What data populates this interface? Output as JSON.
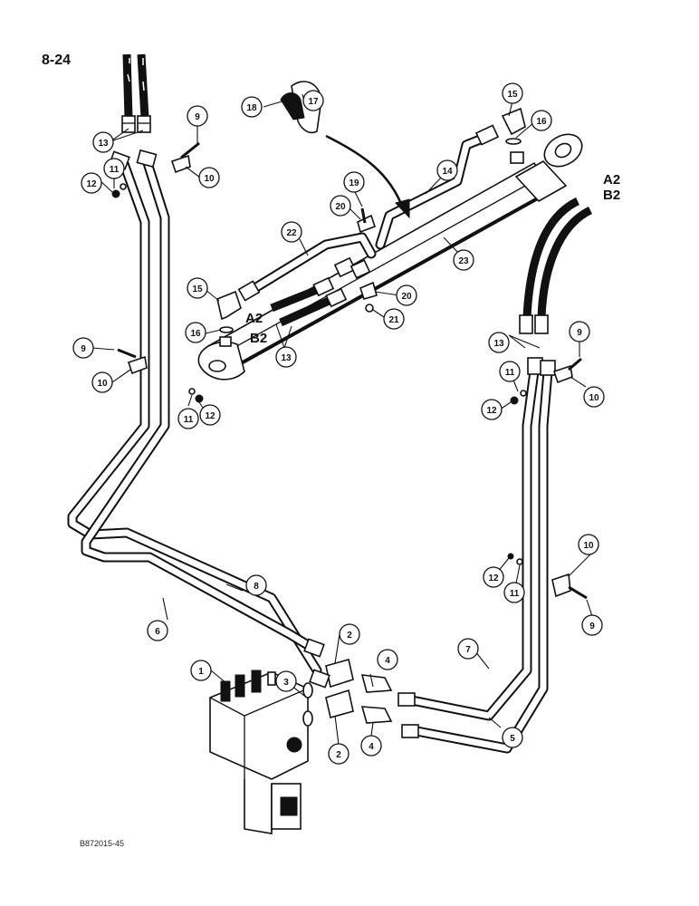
{
  "page": {
    "number": "8-24",
    "figure_code": "B872015-45"
  },
  "ports": {
    "a2": "A2",
    "b2": "B2"
  },
  "callouts": [
    {
      "id": "c1",
      "label": "1"
    },
    {
      "id": "c2a",
      "label": "2"
    },
    {
      "id": "c2b",
      "label": "2"
    },
    {
      "id": "c3",
      "label": "3"
    },
    {
      "id": "c4a",
      "label": "4"
    },
    {
      "id": "c4b",
      "label": "4"
    },
    {
      "id": "c5",
      "label": "5"
    },
    {
      "id": "c6",
      "label": "6"
    },
    {
      "id": "c7",
      "label": "7"
    },
    {
      "id": "c8",
      "label": "8"
    },
    {
      "id": "c9a",
      "label": "9"
    },
    {
      "id": "c9b",
      "label": "9"
    },
    {
      "id": "c9c",
      "label": "9"
    },
    {
      "id": "c9d",
      "label": "9"
    },
    {
      "id": "c10a",
      "label": "10"
    },
    {
      "id": "c10b",
      "label": "10"
    },
    {
      "id": "c10c",
      "label": "10"
    },
    {
      "id": "c10d",
      "label": "10"
    },
    {
      "id": "c11a",
      "label": "11"
    },
    {
      "id": "c11b",
      "label": "11"
    },
    {
      "id": "c11c",
      "label": "11"
    },
    {
      "id": "c11d",
      "label": "11"
    },
    {
      "id": "c12a",
      "label": "12"
    },
    {
      "id": "c12b",
      "label": "12"
    },
    {
      "id": "c12c",
      "label": "12"
    },
    {
      "id": "c12d",
      "label": "12"
    },
    {
      "id": "c13a",
      "label": "13"
    },
    {
      "id": "c13b",
      "label": "13"
    },
    {
      "id": "c13c",
      "label": "13"
    },
    {
      "id": "c14",
      "label": "14"
    },
    {
      "id": "c15a",
      "label": "15"
    },
    {
      "id": "c15b",
      "label": "15"
    },
    {
      "id": "c16a",
      "label": "16"
    },
    {
      "id": "c16b",
      "label": "16"
    },
    {
      "id": "c17",
      "label": "17"
    },
    {
      "id": "c18",
      "label": "18"
    },
    {
      "id": "c19",
      "label": "19"
    },
    {
      "id": "c20a",
      "label": "20"
    },
    {
      "id": "c20b",
      "label": "20"
    },
    {
      "id": "c21",
      "label": "21"
    },
    {
      "id": "c22",
      "label": "22"
    },
    {
      "id": "c23",
      "label": "23"
    }
  ]
}
